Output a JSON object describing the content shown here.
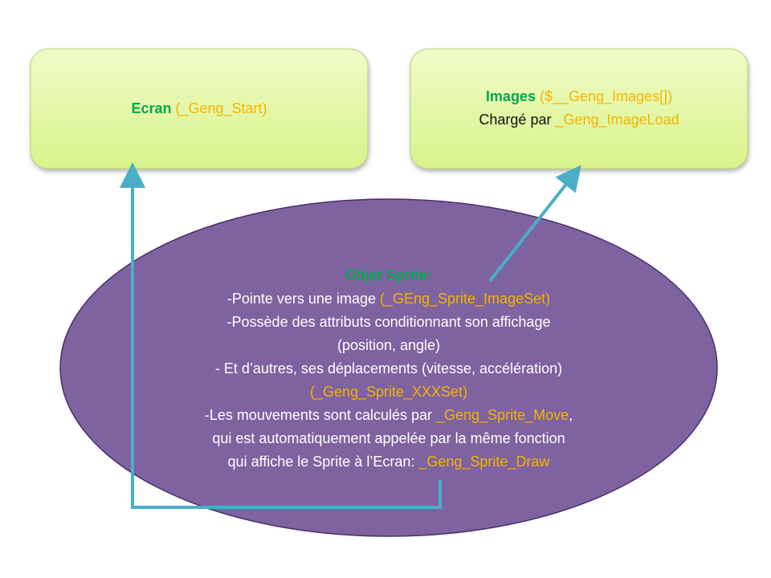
{
  "colors": {
    "box_fill": "#e4f7a8",
    "ellipse_fill": "#7f62a0",
    "arrow": "#4aaec6",
    "title_green": "#00a84f",
    "code_orange": "#f5b400"
  },
  "ecran": {
    "title": "Ecran",
    "code": " (_Geng_Start)"
  },
  "images": {
    "title": "Images",
    "code": " ($__Geng_Images[])",
    "line2_text": "Chargé par ",
    "line2_code": "_Geng_ImageLoad"
  },
  "sprite": {
    "title": "Objet Sprite:",
    "l1_text": "-Pointe vers une image ",
    "l1_code": "(_GEng_Sprite_ImageSet)",
    "l2_text": "-Possède des attributs conditionnant son affichage",
    "l3_text": "(position, angle)",
    "l4_text": "- Et d’autres, ses déplacements (vitesse, accélération)",
    "l5_code": "(_Geng_Sprite_XXXSet)",
    "l6_text": "-Les mouvements sont calculés par ",
    "l6_code": "_Geng_Sprite_Move",
    "l6_end": ",",
    "l7_text": "qui est automatiquement appelée par la même fonction",
    "l8_text": "qui affiche le Sprite à l’Ecran: ",
    "l8_code": "_Geng_Sprite_Draw"
  }
}
